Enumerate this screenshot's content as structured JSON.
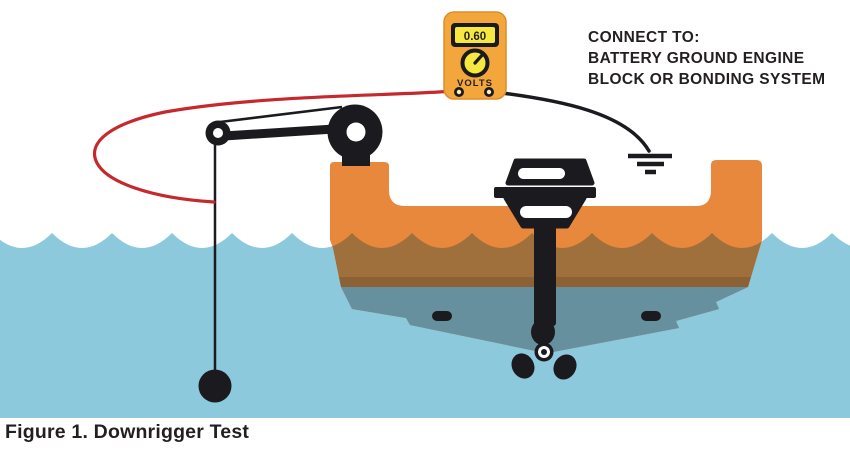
{
  "figure": {
    "caption": "Figure 1. Downrigger Test"
  },
  "annotation": {
    "line1": "CONNECT TO:",
    "line2": "BATTERY GROUND ENGINE",
    "line3": "BLOCK OR BONDING SYSTEM"
  },
  "multimeter": {
    "reading": "0.60",
    "unit_label": "VOLTS"
  },
  "colors": {
    "water": "#8CC9DD",
    "hull_orange": "#E8883D",
    "hull_underwater": "#A0703C",
    "hull_underwater_dark": "#8D6136",
    "hull_bottom": "#67909F",
    "ink": "#1B1B1F",
    "wire_red": "#C5282D",
    "meter_body": "#F2A63C",
    "meter_body_edge": "#DB8E2B",
    "meter_yellow": "#F7E83F",
    "terminal_center": "#FCEFC3",
    "white": "#FFFFFF",
    "text": "#231F20"
  }
}
